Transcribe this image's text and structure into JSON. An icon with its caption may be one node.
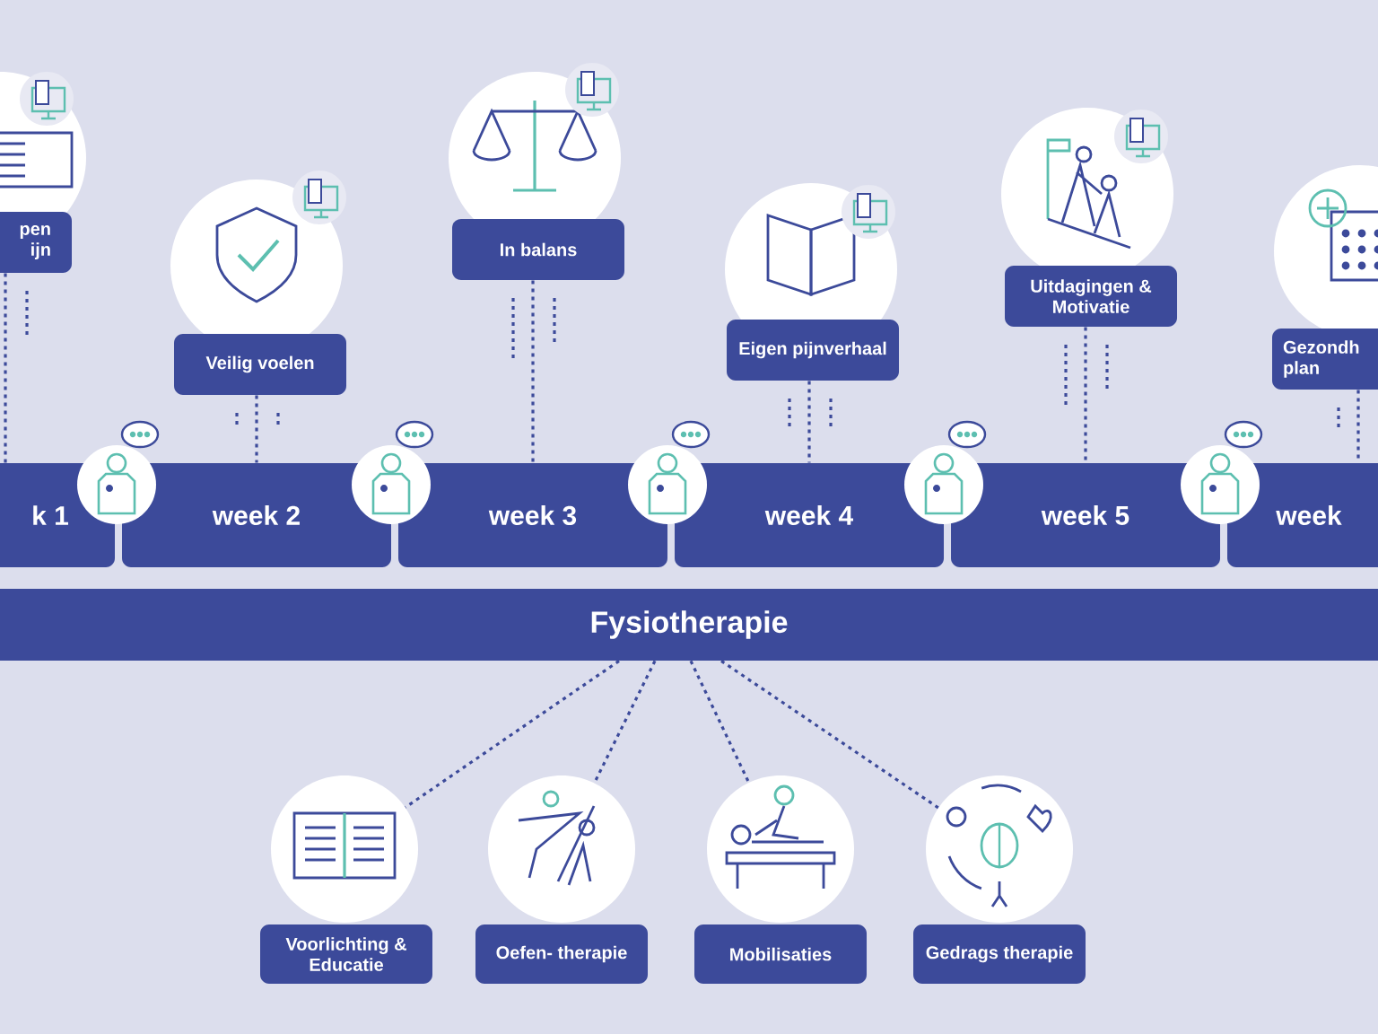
{
  "diagram": {
    "nodes": [
      {
        "text": [
          "pen ijn"
        ]
      },
      {
        "text": [
          "Veilig voelen"
        ]
      },
      {
        "text": [
          "In balans"
        ]
      },
      {
        "text": [
          "Eigen pijnverhaal"
        ]
      },
      {
        "text": [
          "Uitdagingen & Motivatie"
        ]
      },
      {
        "text": [
          "Gezondh plan"
        ]
      },
      {
        "text": [
          "k 1"
        ]
      },
      {
        "text": [
          "week 2"
        ]
      },
      {
        "text": [
          "week 3"
        ]
      },
      {
        "text": [
          "week 4"
        ]
      },
      {
        "text": [
          "week 5"
        ]
      },
      {
        "text": [
          "week"
        ]
      },
      {
        "text": [
          "Fysiotherapie"
        ]
      },
      {
        "text": [],
        "shape": "circle"
      },
      {
        "text": [],
        "shape": "circle"
      },
      {
        "text": [],
        "shape": "circle"
      },
      {
        "text": [],
        "shape": "circle"
      },
      {
        "text": [
          "Voorlichting & Educatie"
        ]
      },
      {
        "text": [
          "Oefen- therapie"
        ]
      },
      {
        "text": [
          "Mobilisaties"
        ]
      },
      {
        "text": [
          "Gedrags therapie"
        ]
      }
    ],
    "edges": [
      {
        "from": 0,
        "to": 6,
        "arrow": "none",
        "style": "dashed"
      },
      {
        "from": 1,
        "to": 7,
        "arrow": "none",
        "style": "dashed"
      },
      {
        "from": 2,
        "to": 8,
        "arrow": "none",
        "style": "dashed"
      },
      {
        "from": 3,
        "to": 9,
        "arrow": "none",
        "style": "dashed"
      },
      {
        "from": 4,
        "to": 10,
        "arrow": "none",
        "style": "dashed"
      },
      {
        "from": 5,
        "to": 11,
        "arrow": "none",
        "style": "dashed"
      },
      {
        "from": 12,
        "to": 13,
        "arrow": "none",
        "style": "dashed"
      },
      {
        "from": 12,
        "to": 14,
        "arrow": "none",
        "style": "dashed"
      },
      {
        "from": 12,
        "to": 15,
        "arrow": "none",
        "style": "dashed"
      },
      {
        "from": 12,
        "to": 16,
        "arrow": "none",
        "style": "dashed"
      }
    ]
  }
}
